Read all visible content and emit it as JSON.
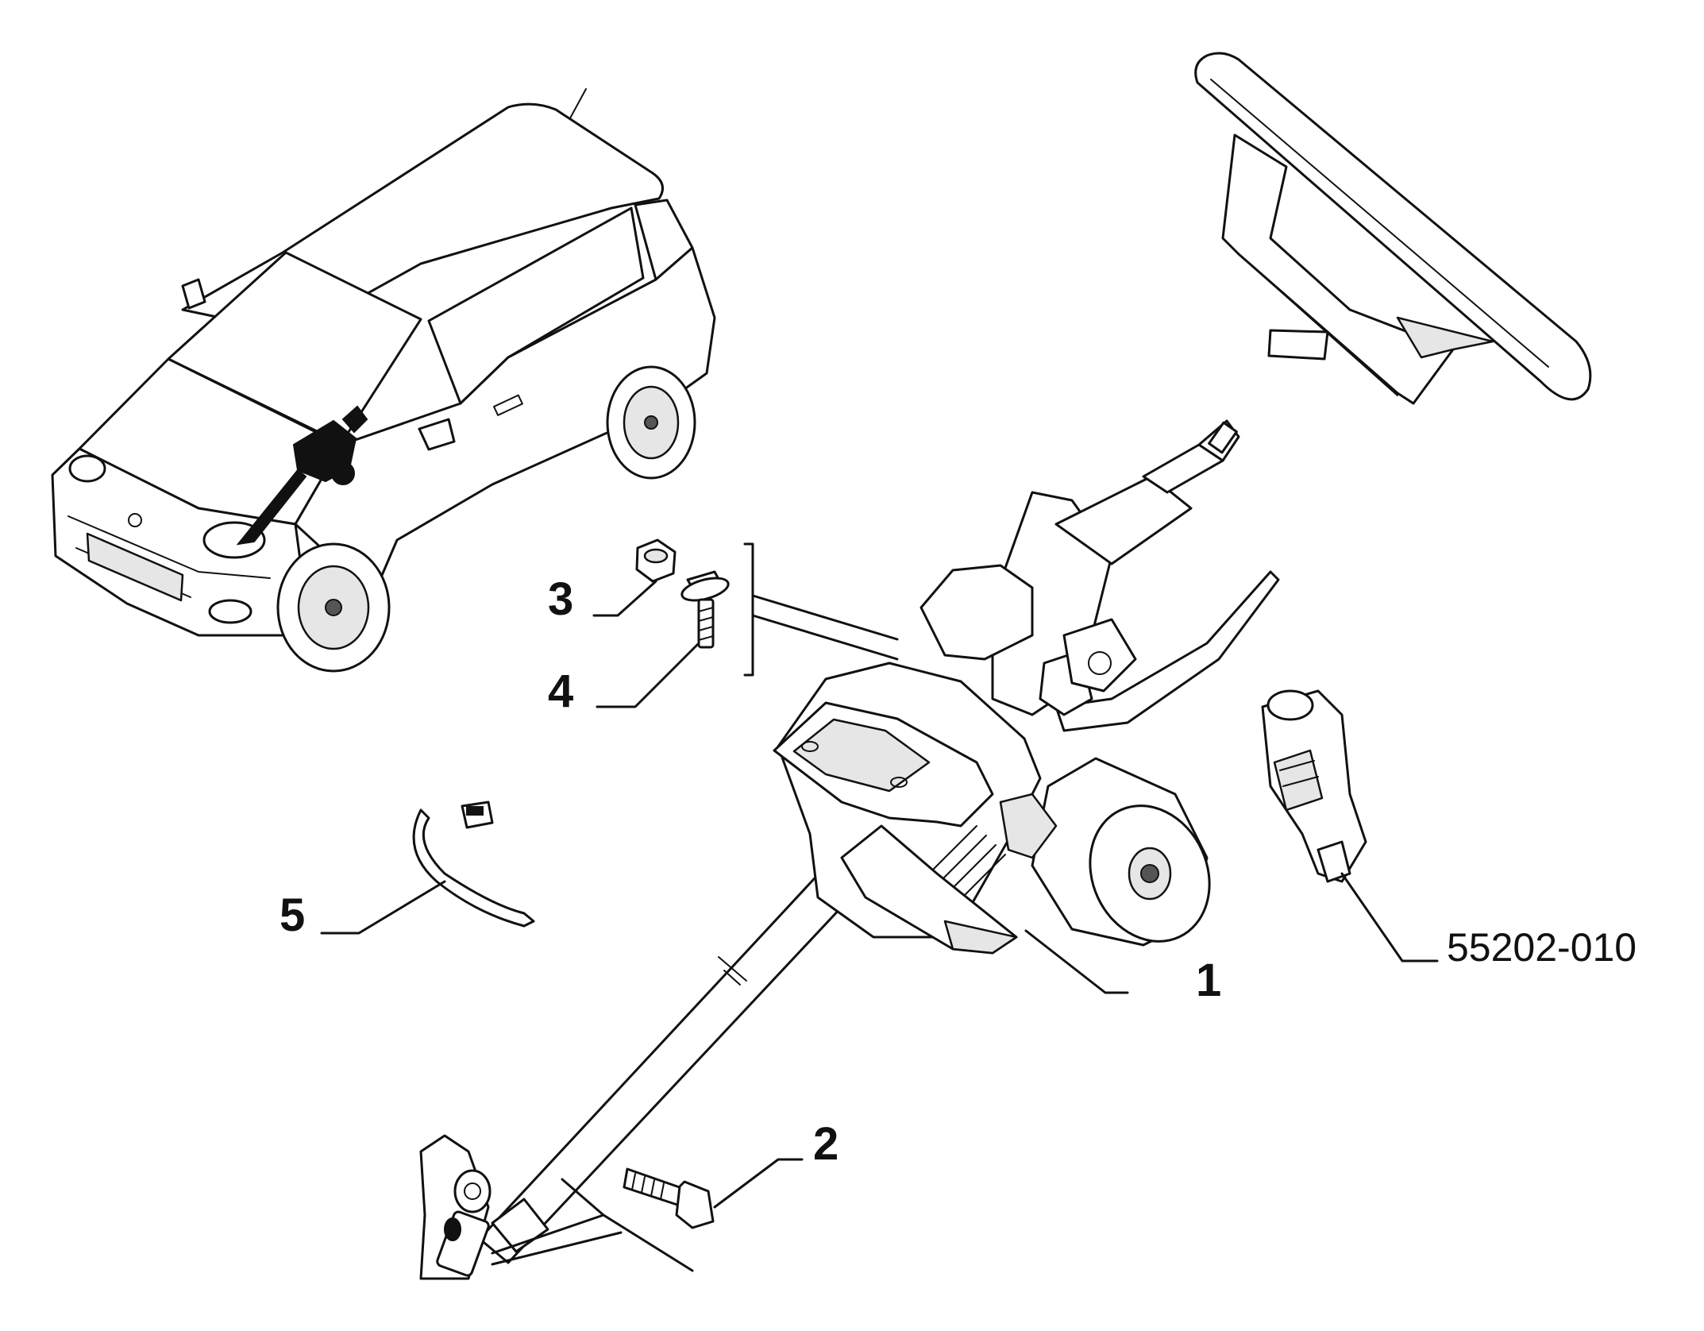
{
  "callouts": {
    "c1": "1",
    "c2": "2",
    "c3": "3",
    "c4": "4",
    "c5": "5",
    "ref": "55202-010"
  },
  "colors": {
    "ink": "#111111",
    "paper": "#ffffff",
    "shade": "#e6e6e6"
  },
  "icons": [
    "car-illustration-icon",
    "steering-wheel-icon",
    "steering-column-icon",
    "ignition-switch-icon",
    "nut-icon",
    "bolt-icon",
    "cable-tie-icon",
    "cardan-bolt-icon"
  ]
}
